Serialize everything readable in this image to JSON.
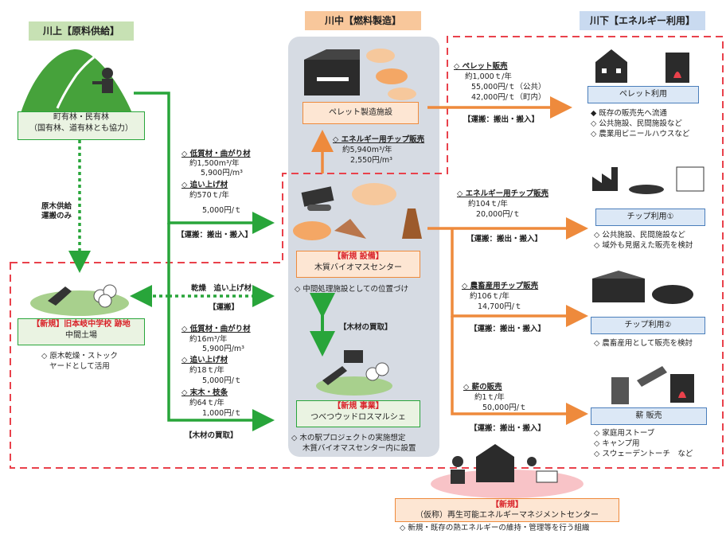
{
  "headers": {
    "upstream": "川上【原料供給】",
    "midstream": "川中【燃料製造】",
    "downstream": "川下【エネルギー利用】"
  },
  "upstream": {
    "forest_label": "町有林・民有林",
    "forest_sub": "（国有林、道有林とも協力）",
    "supply_note": [
      "原木供給",
      "運搬のみ"
    ],
    "yard_title": "【新規】旧本岐中学校 跡地",
    "yard_sub": "中間土場",
    "yard_note": [
      "◇ 原木乾燥・ストック",
      "ヤードとして活用"
    ]
  },
  "flow_to_center": {
    "items": [
      {
        "title": "◇ 低質材・曲がり材",
        "lines": [
          "約1,500m³/年",
          "5,900円/m³"
        ]
      },
      {
        "title": "◇ 追い上げ材",
        "lines": [
          "約570ｔ/年",
          "5,000円/ｔ"
        ]
      }
    ],
    "transport": "【運搬：搬出・搬入】"
  },
  "yard_link": {
    "label": "乾燥　追い上げ材",
    "transport": "【運搬】"
  },
  "flow_to_market": {
    "items": [
      {
        "title": "◇ 低質材・曲がり材",
        "lines": [
          "約16m³/年",
          "5,900円/m³"
        ]
      },
      {
        "title": "◇ 追い上げ材",
        "lines": [
          "約18ｔ/年",
          "5,000円/ｔ"
        ]
      },
      {
        "title": "◇ 末木・枝条",
        "lines": [
          "約64ｔ/年",
          "1,000円/ｔ"
        ]
      }
    ],
    "purchase": "【木材の買取】"
  },
  "midstream": {
    "pellet_facility": "ペレット製造施設",
    "chip_sale_title": "◇ エネルギー用チップ販売",
    "chip_sale_lines": [
      "約5,940m³/年",
      "2,550円/m³"
    ],
    "center_tag": "【新規 設備】",
    "center_name": "木質バイオマスセンター",
    "center_note": "◇ 中間処理施設としての位置づけ",
    "wood_purchase": "【木材の買取】",
    "market_tag": "【新規 事業】",
    "market_name": "つべつウッドロスマルシェ",
    "market_note": [
      "◇ 木の駅プロジェクトの実施想定",
      "木質バイオマスセンター内に設置"
    ]
  },
  "downstream": {
    "pellet_sale_title": "◇ ペレット販売",
    "pellet_sale_lines": [
      "約1,000ｔ/年",
      "55,000円/ｔ（公共）",
      "42,000円/ｔ（町内）"
    ],
    "pellet_transport": "【運搬：搬出・搬入】",
    "pellet_use": "ペレット利用",
    "pellet_notes": [
      "◆ 既存の販売先へ流通",
      "◇ 公共施設、民間施設など",
      "◇ 農業用ビニールハウスなど"
    ],
    "chip1_sale_title": "◇ エネルギー用チップ販売",
    "chip1_sale_lines": [
      "約104ｔ/年",
      "20,000円/ｔ"
    ],
    "chip1_transport": "【運搬：搬出・搬入】",
    "chip1_use": "チップ利用①",
    "chip1_notes": [
      "◇ 公共施設、民間施設など",
      "◇ 域外も見据えた販売を検討"
    ],
    "chip2_sale_title": "◇ 農畜産用チップ販売",
    "chip2_sale_lines": [
      "約106ｔ/年",
      "14,700円/ｔ"
    ],
    "chip2_transport": "【運搬：搬出・搬入】",
    "chip2_use": "チップ利用②",
    "chip2_notes": [
      "◇ 農畜産用として販売を検討"
    ],
    "firewood_sale_title": "◇ 薪の販売",
    "firewood_sale_lines": [
      "約1ｔ/年",
      "50,000円/ｔ"
    ],
    "firewood_transport": "【運搬：搬出・搬入】",
    "firewood_use": "薪 販売",
    "firewood_notes": [
      "◇ 家庭用ストーブ",
      "◇ キャンプ用",
      "◇ スウェーデントーチ　など"
    ]
  },
  "management": {
    "tag": "【新規】",
    "name": "（仮称）再生可能エネルギーマネジメントセンター",
    "note": "◇ 新規・既存の熱エネルギーの維持・管理等を行う組織"
  },
  "colors": {
    "green": "#28a53a",
    "orange": "#ee8a3c",
    "red_dash": "#e9414b",
    "grey_panel": "#d6dbe3",
    "blue_header": "#c9daf0",
    "green_header": "#c7e1b4",
    "orange_header": "#f8c79b"
  }
}
